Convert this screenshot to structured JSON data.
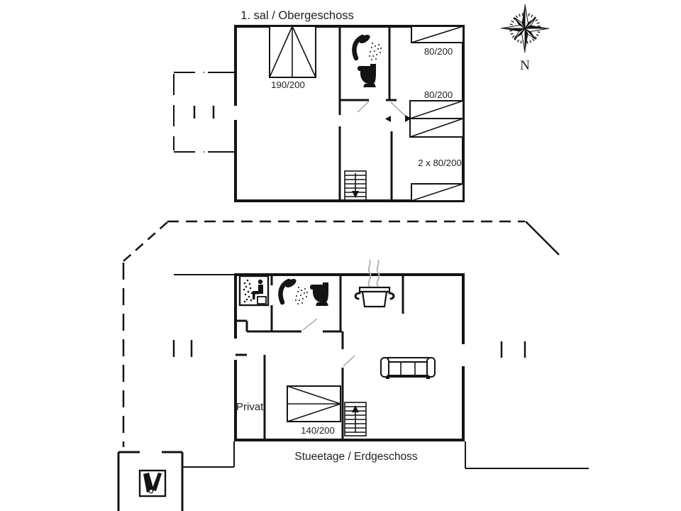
{
  "upper_floor": {
    "title": "1. sal / Obergeschoss",
    "beds": {
      "double": "190/200",
      "single_top": "80/200",
      "single_middle": "80/200",
      "double_room": "2 x 80/200"
    },
    "icons": [
      "shower-icon",
      "toilet-icon",
      "stairs-down-icon",
      "balcony-dashed-outline"
    ]
  },
  "ground_floor": {
    "title": "Stueetage / Erdgeschoss",
    "room_label": "Privat",
    "beds": {
      "double": "140/200"
    },
    "icons": [
      "sauna-icon",
      "shower-icon",
      "toilet-icon",
      "cooking-pot-icon",
      "sofa-icon",
      "stairs-up-icon",
      "spa-icon"
    ]
  },
  "compass": {
    "north_label": "N"
  },
  "colors": {
    "line": "#141414",
    "text": "#222222",
    "steam": "#b4b4b4",
    "background": "#ffffff"
  }
}
